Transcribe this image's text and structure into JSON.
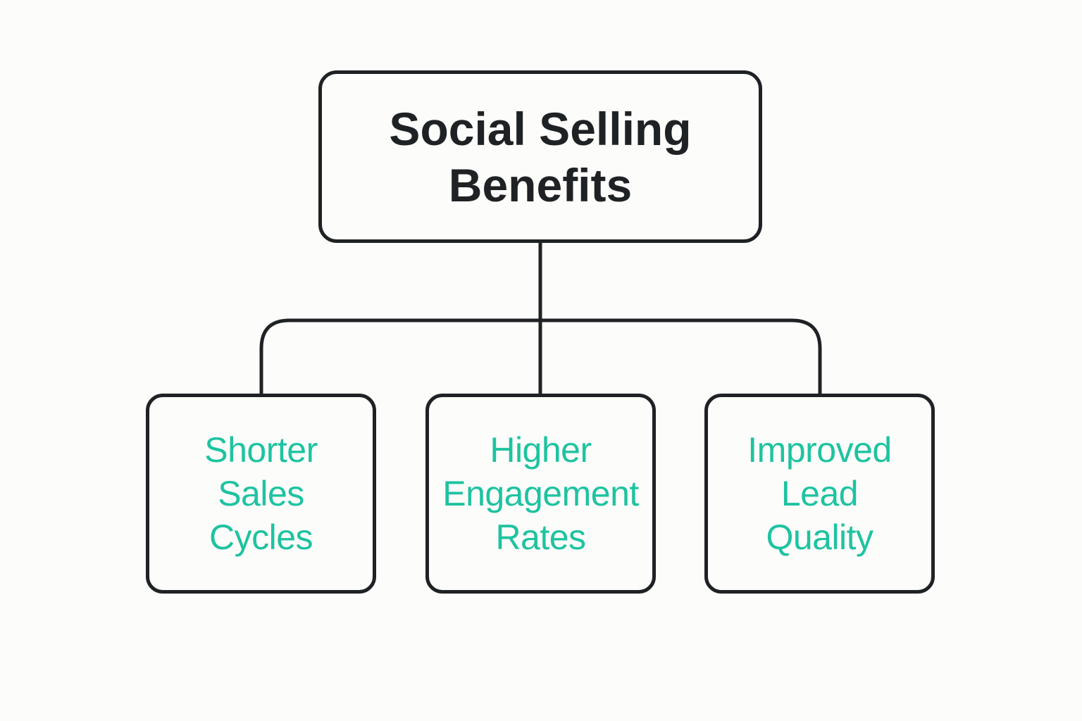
{
  "root": {
    "line1": "Social Selling",
    "line2": "Benefits"
  },
  "children": [
    {
      "lines": [
        "Shorter",
        "Sales",
        "Cycles"
      ]
    },
    {
      "lines": [
        "Higher",
        "Engagement",
        "Rates"
      ]
    },
    {
      "lines": [
        "Improved",
        "Lead",
        "Quality"
      ]
    }
  ],
  "colors": {
    "line": "#1f2224",
    "accent": "#1ec3a0",
    "background": "#fcfcfa"
  }
}
